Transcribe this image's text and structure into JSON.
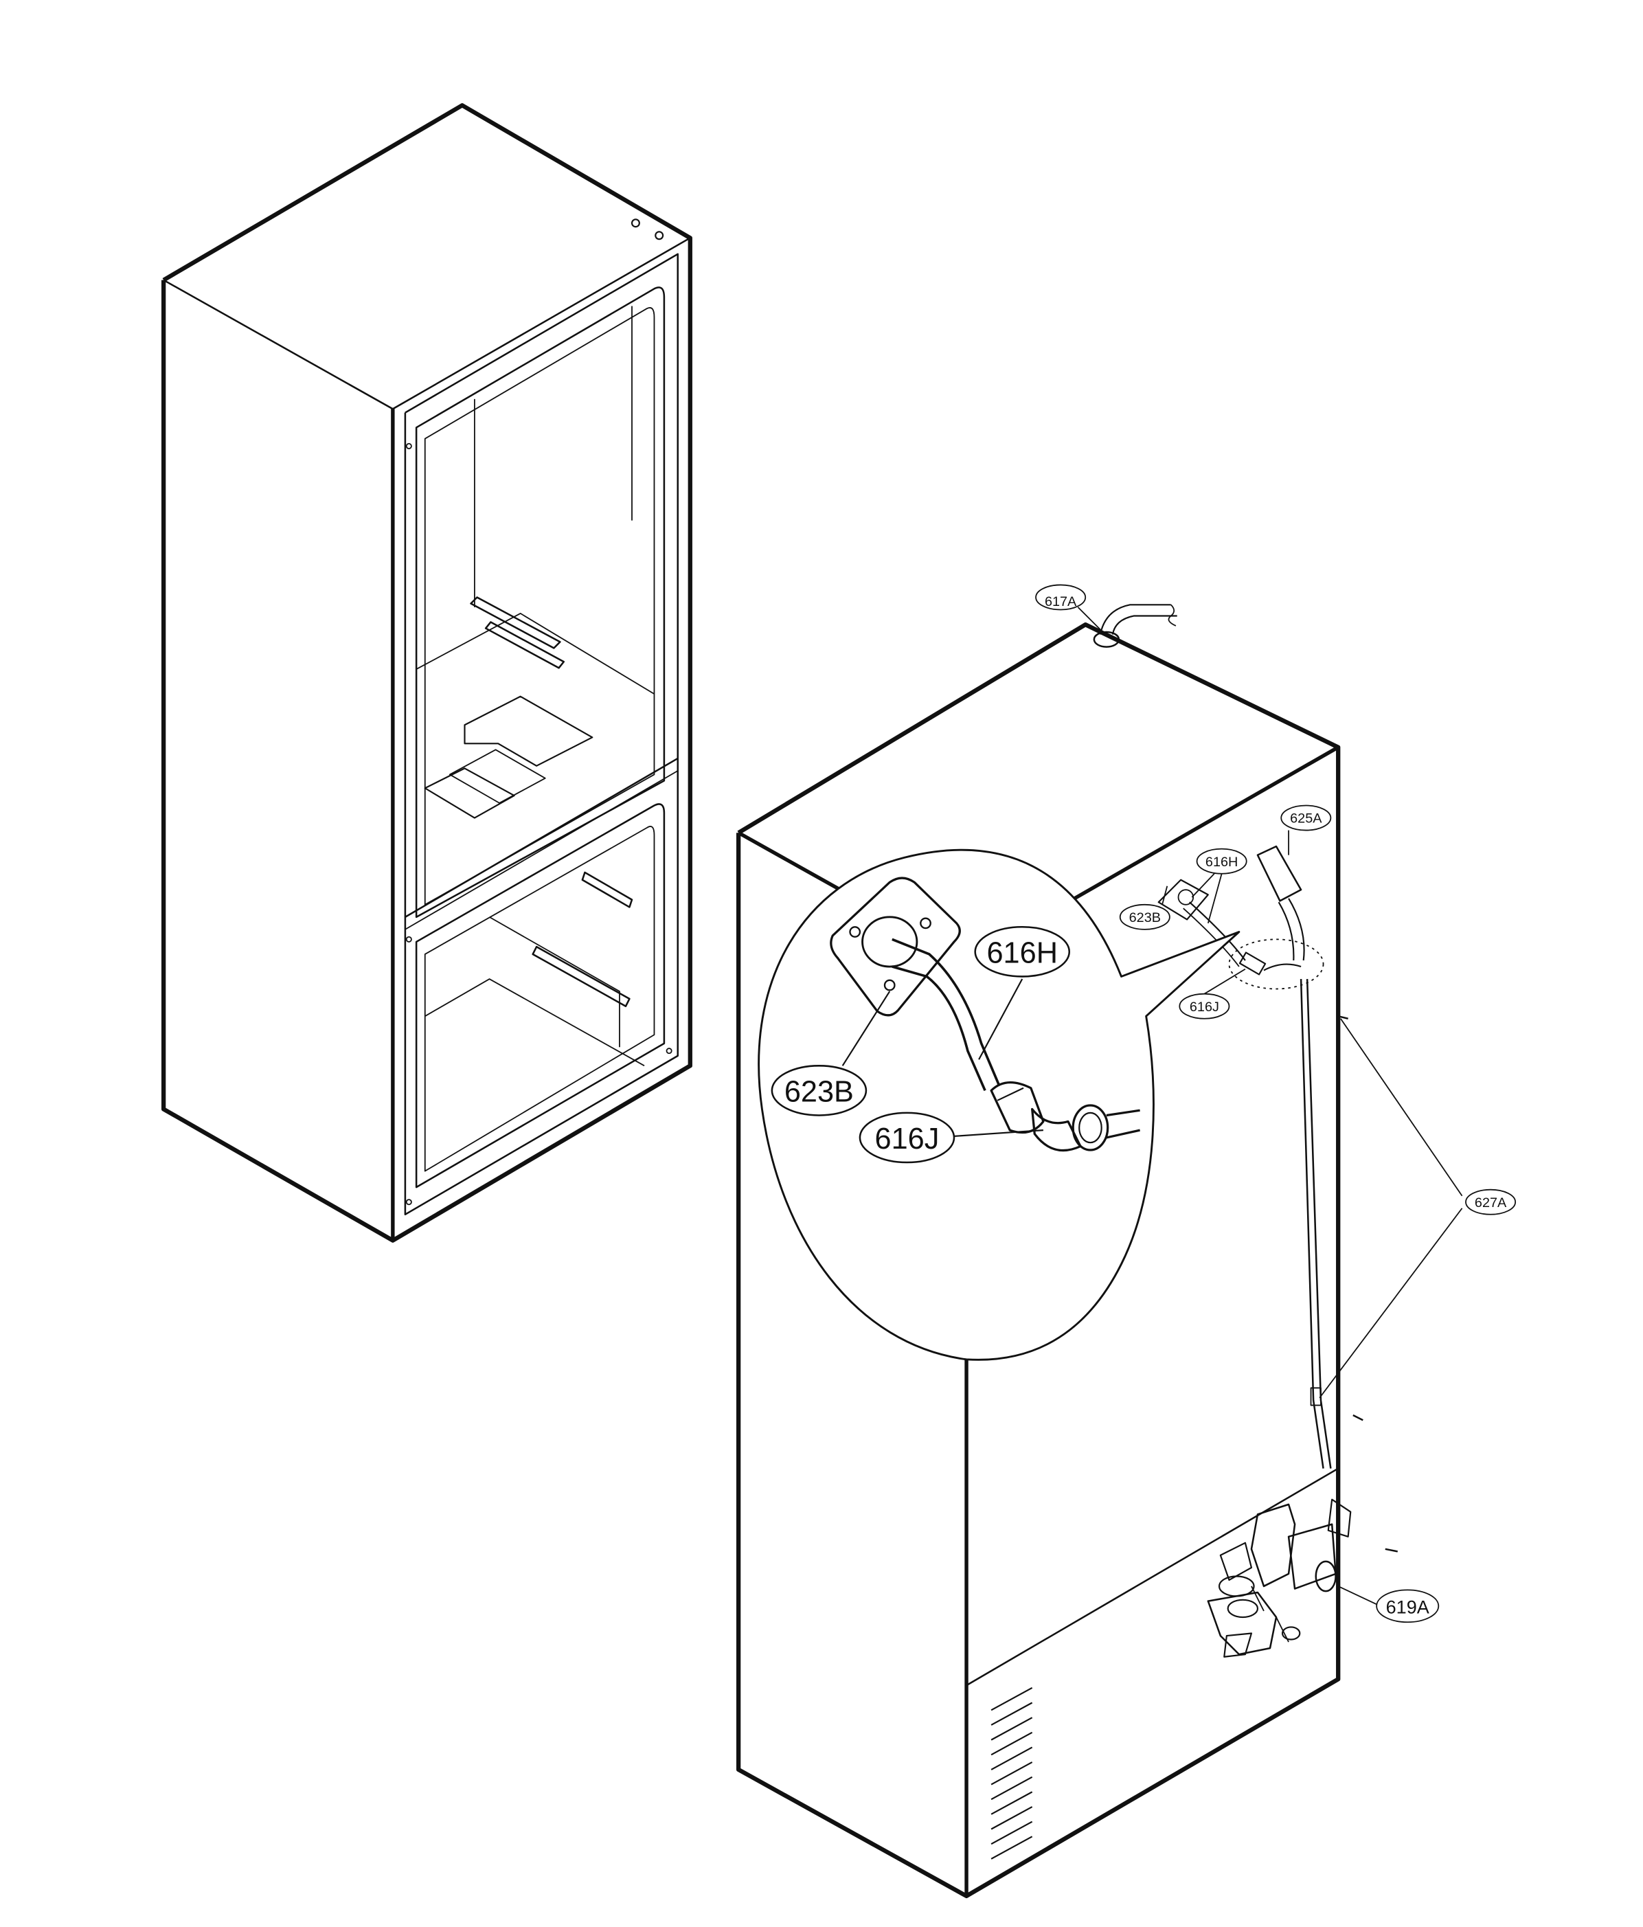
{
  "labels": {
    "l617A": "617A",
    "l625A": "625A",
    "l616H_small": "616H",
    "l623B_small": "623B",
    "l616J_small": "616J",
    "l627A": "627A",
    "l619A": "619A",
    "l616H_big": "616H",
    "l623B_big": "623B",
    "l616J_big": "616J"
  },
  "colors": {
    "line": "#111111",
    "background": "#ffffff"
  }
}
